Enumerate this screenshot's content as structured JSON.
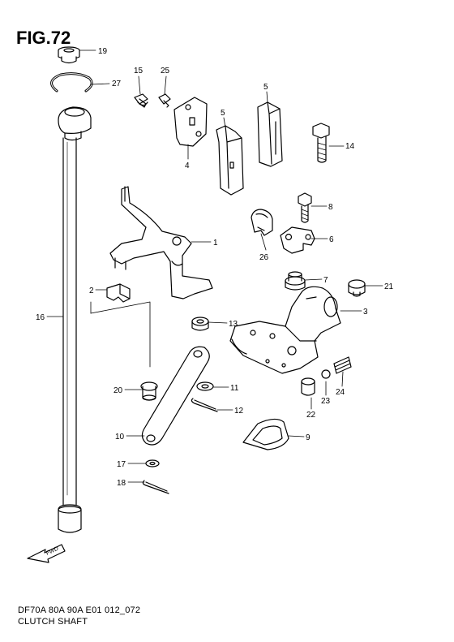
{
  "figure": {
    "title": "FIG.72"
  },
  "footer": {
    "model_code": "DF70A 80A 90A E01 012_072",
    "section_name": "CLUTCH SHAFT"
  },
  "direction_arrow": {
    "label": "FWD"
  },
  "callouts": [
    {
      "id": "19",
      "label": "19"
    },
    {
      "id": "27",
      "label": "27"
    },
    {
      "id": "15",
      "label": "15"
    },
    {
      "id": "25",
      "label": "25"
    },
    {
      "id": "5a",
      "label": "5"
    },
    {
      "id": "5b",
      "label": "5"
    },
    {
      "id": "4",
      "label": "4"
    },
    {
      "id": "14",
      "label": "14"
    },
    {
      "id": "8",
      "label": "8"
    },
    {
      "id": "1",
      "label": "1"
    },
    {
      "id": "6",
      "label": "6"
    },
    {
      "id": "26",
      "label": "26"
    },
    {
      "id": "2",
      "label": "2"
    },
    {
      "id": "7",
      "label": "7"
    },
    {
      "id": "21",
      "label": "21"
    },
    {
      "id": "16",
      "label": "16"
    },
    {
      "id": "3",
      "label": "3"
    },
    {
      "id": "13",
      "label": "13"
    },
    {
      "id": "11",
      "label": "11"
    },
    {
      "id": "20",
      "label": "20"
    },
    {
      "id": "12",
      "label": "12"
    },
    {
      "id": "23",
      "label": "23"
    },
    {
      "id": "24",
      "label": "24"
    },
    {
      "id": "22",
      "label": "22"
    },
    {
      "id": "10",
      "label": "10"
    },
    {
      "id": "9",
      "label": "9"
    },
    {
      "id": "17",
      "label": "17"
    },
    {
      "id": "18",
      "label": "18"
    }
  ]
}
